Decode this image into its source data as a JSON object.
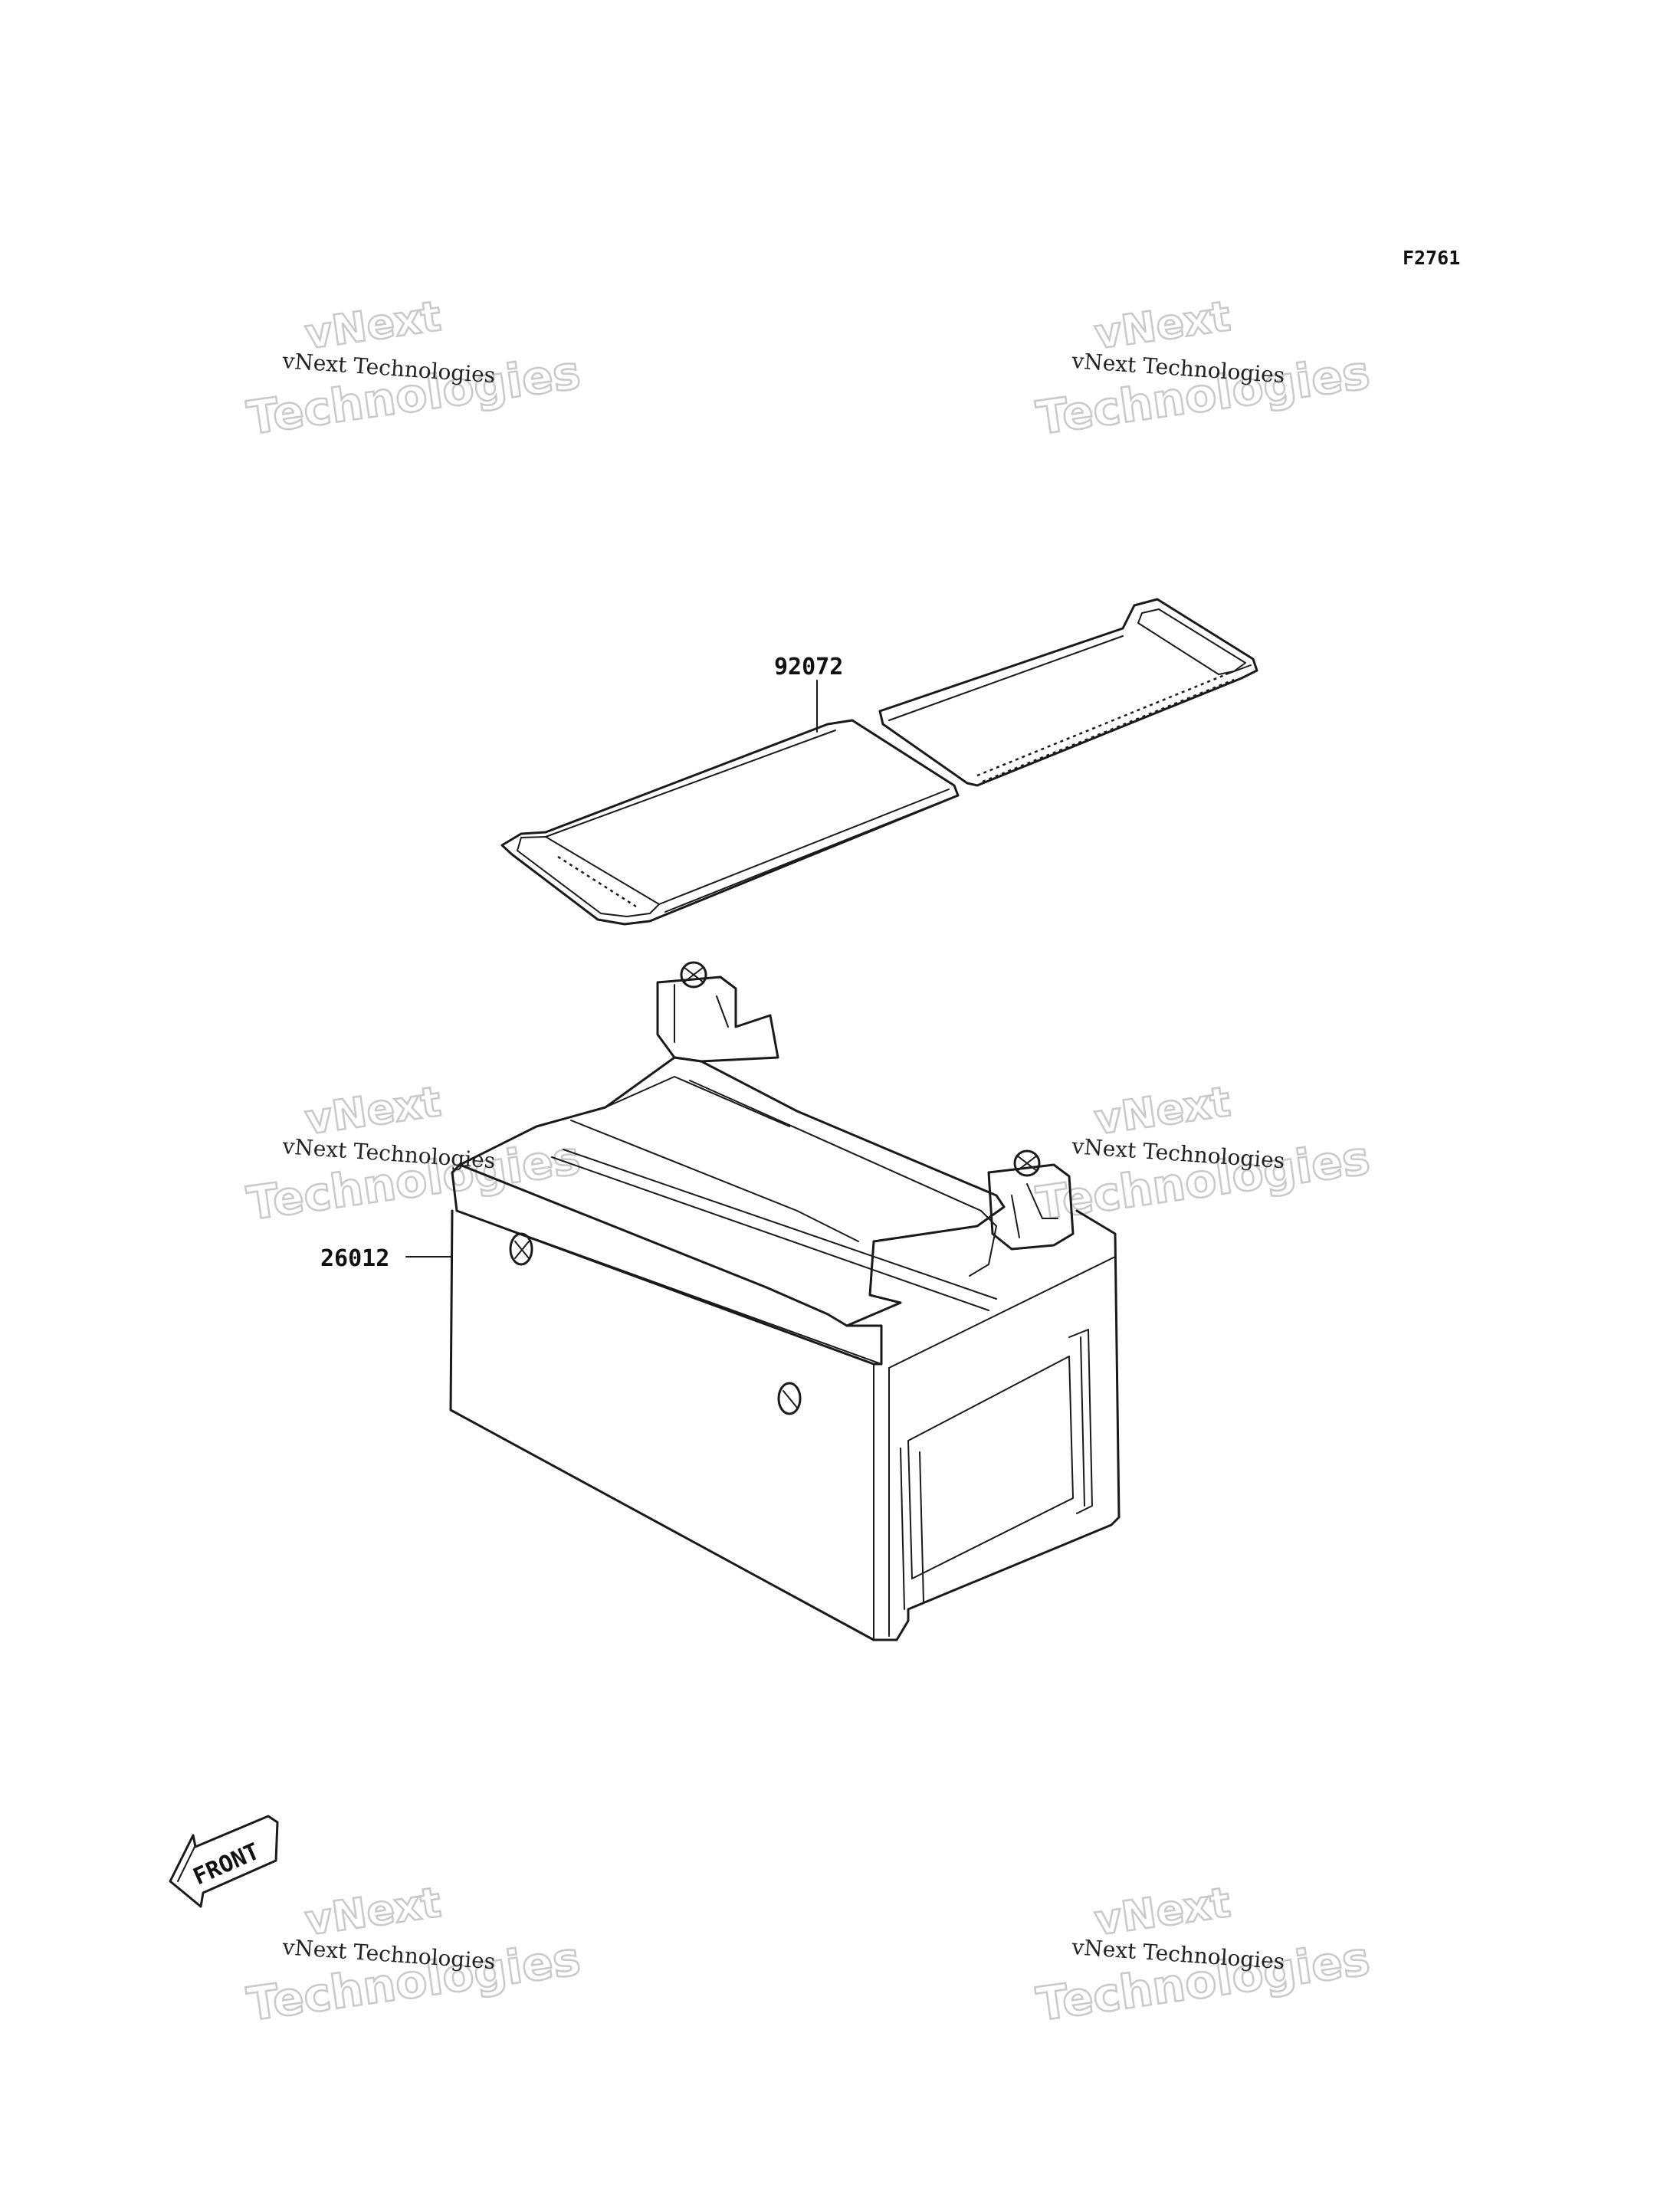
{
  "figure_id": "F2761",
  "parts": {
    "mat": {
      "number": "92072"
    },
    "battery": {
      "number": "26012"
    }
  },
  "front_arrow": {
    "label": "FRONT"
  },
  "watermark": {
    "line_small": "vNext Technologies",
    "line_big_1": "vNext",
    "line_big_2": "Technologies"
  },
  "colors": {
    "ink": "#1a1a1a",
    "watermark": "#c9c9c9",
    "background": "#ffffff"
  }
}
